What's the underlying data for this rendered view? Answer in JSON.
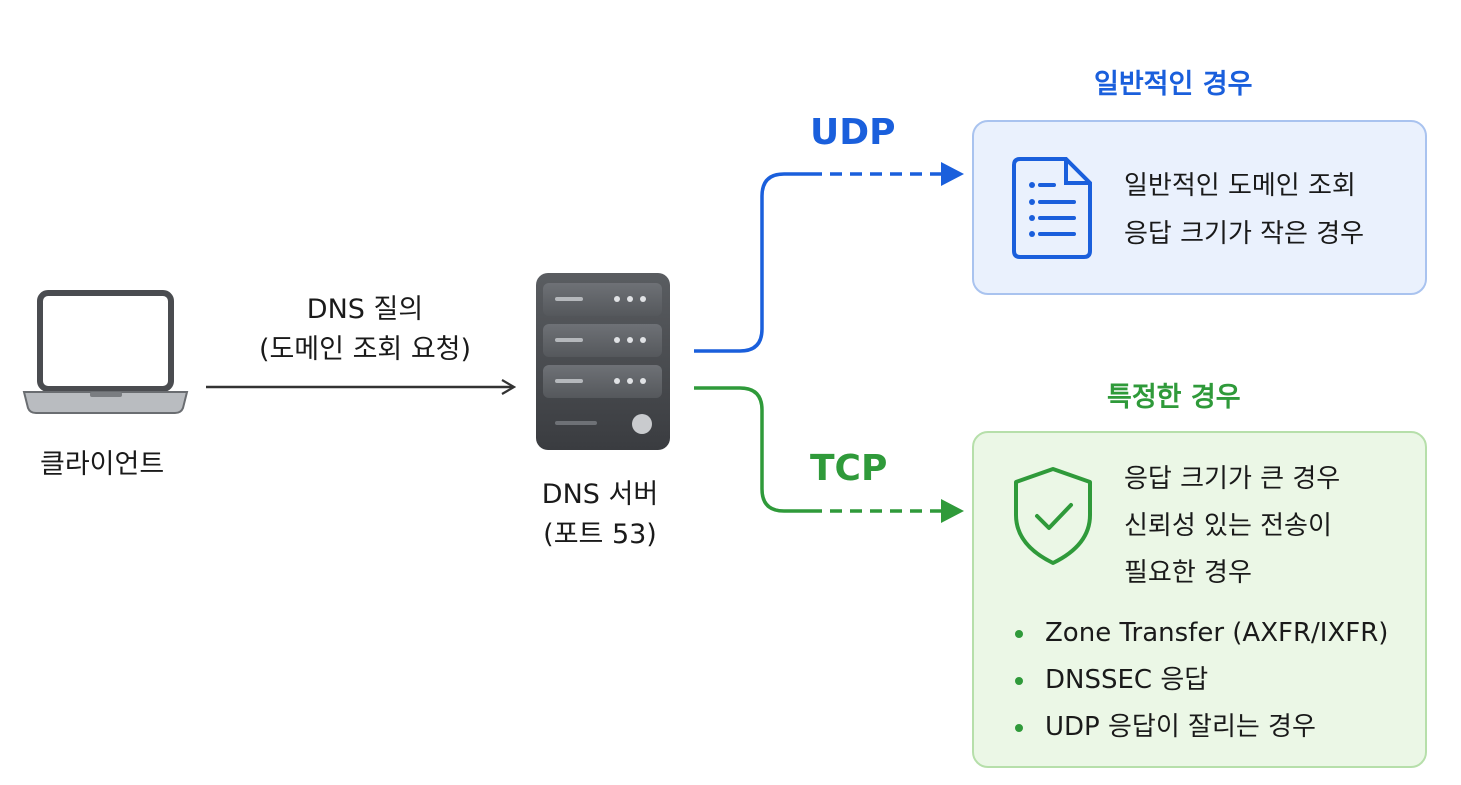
{
  "client": {
    "label": "클라이언트",
    "icon": "laptop-icon"
  },
  "query": {
    "line1": "DNS 질의",
    "line2": "(도메인 조회 요청)"
  },
  "server": {
    "line1": "DNS 서버",
    "line2": "(포트 53)",
    "icon": "server-icon"
  },
  "udp": {
    "label": "UDP",
    "title": "일반적인 경우",
    "lines": [
      "일반적인 도메인 조회",
      "응답 크기가 작은 경우"
    ],
    "icon": "document-list-icon",
    "color": "#1a5fdc"
  },
  "tcp": {
    "label": "TCP",
    "title": "특정한 경우",
    "lines": [
      "응답 크기가 큰 경우",
      "신뢰성 있는 전송이",
      "필요한 경우"
    ],
    "bullets": [
      "Zone Transfer (AXFR/IXFR)",
      "DNSSEC 응답",
      "UDP 응답이 잘리는 경우"
    ],
    "icon": "shield-check-icon",
    "color": "#2f9a3a"
  }
}
